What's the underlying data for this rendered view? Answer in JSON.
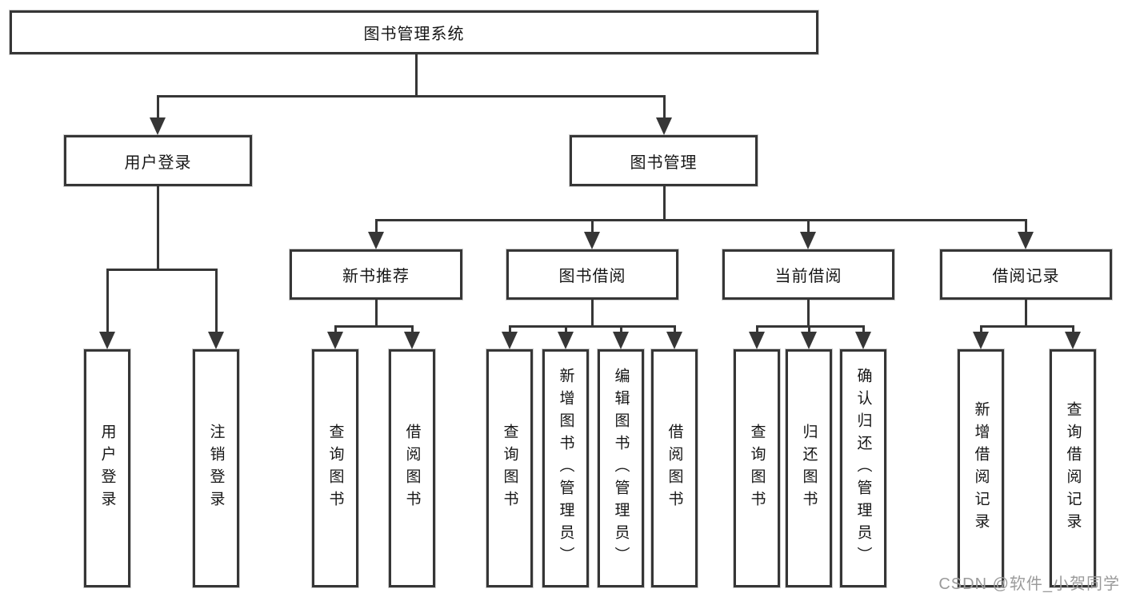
{
  "diagram": {
    "title": "图书管理系统",
    "root": {
      "label": "图书管理系统"
    },
    "level2": [
      {
        "label": "用户登录"
      },
      {
        "label": "图书管理"
      }
    ],
    "level3": [
      {
        "label": "新书推荐"
      },
      {
        "label": "图书借阅"
      },
      {
        "label": "当前借阅"
      },
      {
        "label": "借阅记录"
      }
    ],
    "leaves": {
      "user_login": [
        "用户登录",
        "注销登录"
      ],
      "new_book": [
        "查询图书",
        "借阅图书"
      ],
      "book_borrow": [
        "查询图书",
        "新增图书（管理员）",
        "编辑图书（管理员）",
        "借阅图书"
      ],
      "current_borrow": [
        "查询图书",
        "归还图书",
        "确认归还（管理员）"
      ],
      "borrow_records": [
        "新增借阅记录",
        "查询借阅记录"
      ]
    }
  },
  "watermark": {
    "text": "CSDN @软件_小贺同学"
  },
  "colors": {
    "line": "#363636",
    "text": "#161616",
    "background": "#ffffff",
    "watermark": "#9b9b9b"
  }
}
